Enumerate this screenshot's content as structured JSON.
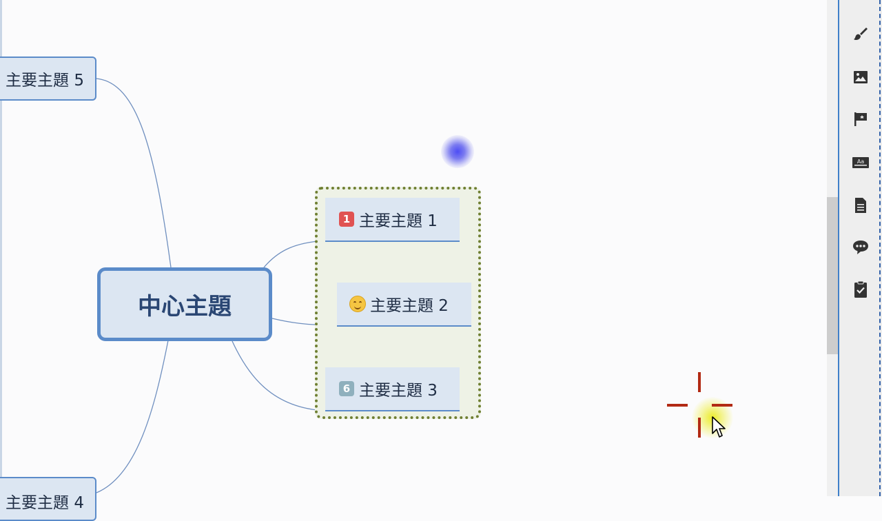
{
  "mindmap": {
    "central_topic": "中心主題",
    "side_topics": [
      {
        "label": "主要主題 5"
      },
      {
        "label": "主要主題 4"
      }
    ],
    "group_topics": [
      {
        "label": "主要主題 1",
        "marker": "priority-1",
        "marker_text": "1",
        "marker_color": "#e05252"
      },
      {
        "label": "主要主題 2",
        "marker": "smiley-icon",
        "marker_text": "",
        "marker_color": "#f5c542"
      },
      {
        "label": "主要主題 3",
        "marker": "priority-6",
        "marker_text": "6",
        "marker_color": "#8fb0bd"
      }
    ],
    "colors": {
      "topic_fill": "#dce6f2",
      "topic_border": "#5b8bc9",
      "central_text": "#2a4673",
      "group_border": "#6f7f32",
      "group_fill": "#eef2e6",
      "connector": "#6f8fbf"
    }
  },
  "side_panel": {
    "icons": [
      {
        "name": "format-brush-icon"
      },
      {
        "name": "image-icon"
      },
      {
        "name": "marker-flag-icon"
      },
      {
        "name": "text-style-icon"
      },
      {
        "name": "notes-icon"
      },
      {
        "name": "comments-icon"
      },
      {
        "name": "task-icon"
      }
    ]
  },
  "overlays": {
    "crosshair_color": "#b22a14",
    "highlight_color": "#ebeb1e",
    "blur_dot_color": "#4d4df5"
  }
}
